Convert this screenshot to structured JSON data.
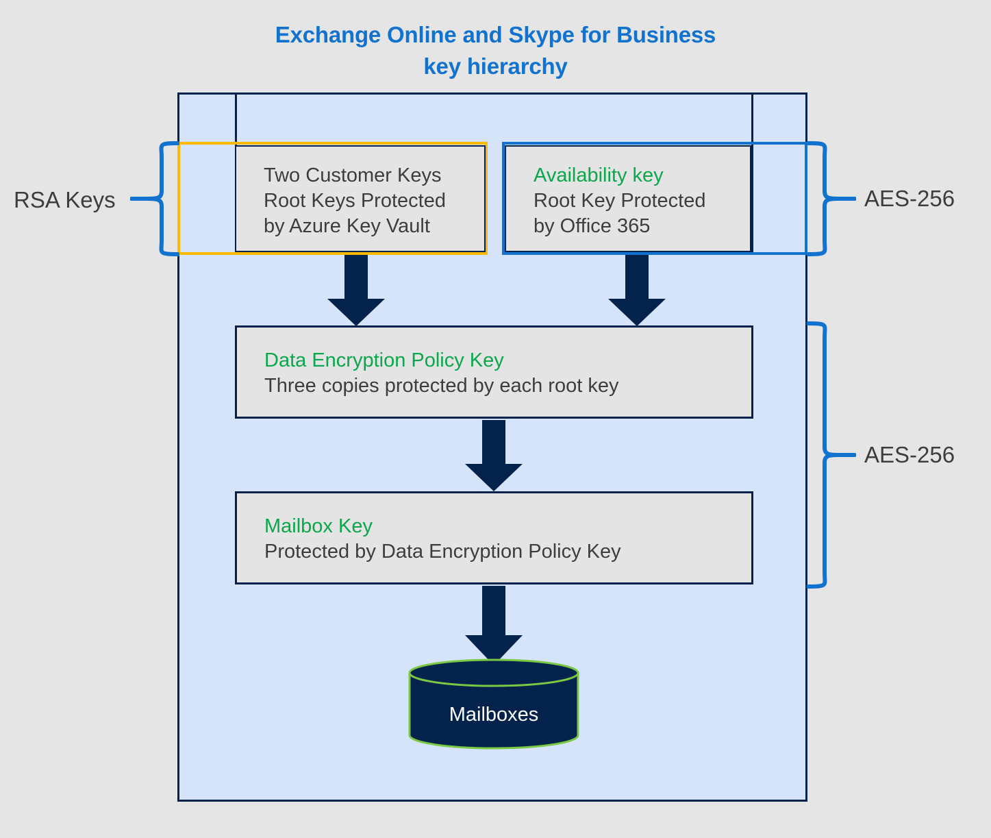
{
  "title": {
    "line1": "Exchange Online and Skype for Business",
    "line2": "key hierarchy",
    "color": "#1272d0"
  },
  "colors": {
    "page_background": "#e5e5e5",
    "container_fill": "#d6e4fb",
    "container_border": "#03224c",
    "box_fill": "#e4e4e4",
    "box_border": "#03224c",
    "accent_yellow": "#fcb900",
    "accent_blue": "#1272d0",
    "green_heading": "#0aa84a",
    "body_text": "#3d3d3d",
    "arrow": "#03224c",
    "cylinder_fill": "#03224c",
    "cylinder_stroke": "#7ac943",
    "cylinder_text": "#ffffff"
  },
  "braces": {
    "rsa_keys": {
      "label": "RSA Keys",
      "direction": "left"
    },
    "aes_top": {
      "label": "AES-256",
      "direction": "right"
    },
    "aes_bottom": {
      "label": "AES-256",
      "direction": "right"
    }
  },
  "boxes": {
    "customer_keys": {
      "heading_prefix": "Two ",
      "heading": "Customer Keys",
      "line2": "Root Keys Protected",
      "line3": "by Azure Key Vault",
      "outline": "yellow"
    },
    "availability_key": {
      "heading": "Availability key",
      "line2": "Root Key Protected",
      "line3": "by Office 365",
      "outline": "blue"
    },
    "data_encryption_policy_key": {
      "heading": "Data Encryption Policy Key",
      "line2": "Three copies protected by each root key"
    },
    "mailbox_key": {
      "heading": "Mailbox Key",
      "line2": "Protected by Data Encryption Policy Key"
    }
  },
  "datastore": {
    "label": "Mailboxes"
  },
  "arrows": [
    {
      "name": "customer-keys-to-dep-key",
      "from": "customer_keys",
      "to": "data_encryption_policy_key"
    },
    {
      "name": "availability-key-to-dep-key",
      "from": "availability_key",
      "to": "data_encryption_policy_key"
    },
    {
      "name": "dep-key-to-mailbox-key",
      "from": "data_encryption_policy_key",
      "to": "mailbox_key"
    },
    {
      "name": "mailbox-key-to-mailboxes",
      "from": "mailbox_key",
      "to": "datastore"
    }
  ]
}
